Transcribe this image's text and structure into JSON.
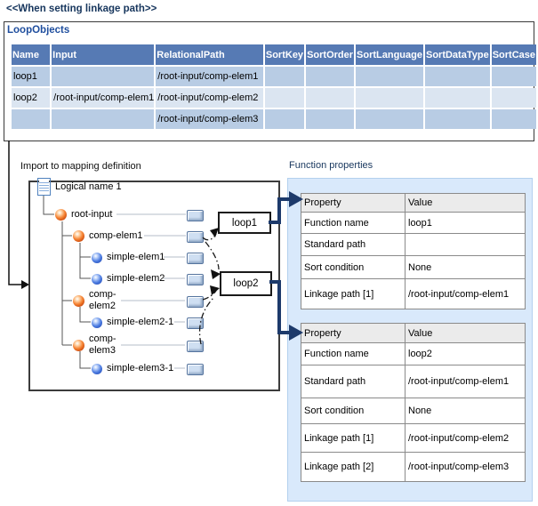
{
  "title": "<<When setting linkage path>>",
  "loop_objects": {
    "label": "LoopObjects",
    "columns": [
      "Name",
      "Input",
      "RelationalPath",
      "SortKey",
      "SortOrder",
      "SortLanguage",
      "SortDataType",
      "SortCase"
    ],
    "rows": [
      [
        "loop1",
        "",
        "/root-input/comp-elem1",
        "",
        "",
        "",
        "",
        ""
      ],
      [
        "loop2",
        "/root-input/comp-elem1",
        "/root-input/comp-elem2",
        "",
        "",
        "",
        "",
        ""
      ],
      [
        "",
        "",
        "/root-input/comp-elem3",
        "",
        "",
        "",
        "",
        ""
      ]
    ]
  },
  "mapping": {
    "label": "Import to mapping definition",
    "tree": [
      {
        "icon": "document-icon",
        "label": "Logical name 1"
      },
      {
        "icon": "complex-element-icon",
        "label": "root-input"
      },
      {
        "icon": "complex-element-icon",
        "label": "comp-elem1"
      },
      {
        "icon": "simple-element-icon",
        "label": "simple-elem1"
      },
      {
        "icon": "simple-element-icon",
        "label": "simple-elem2"
      },
      {
        "icon": "complex-element-icon",
        "label": "comp-\nelem2"
      },
      {
        "icon": "simple-element-icon",
        "label": "simple-elem2-1"
      },
      {
        "icon": "complex-element-icon",
        "label": "comp-\nelem3"
      },
      {
        "icon": "simple-element-icon",
        "label": "simple-elem3-1"
      }
    ],
    "loop_nodes": [
      "loop1",
      "loop2"
    ]
  },
  "function_properties": {
    "label": "Function properties",
    "tables": [
      {
        "columns": [
          "Property",
          "Value"
        ],
        "rows": [
          [
            "Function name",
            "loop1"
          ],
          [
            "Standard path",
            ""
          ],
          [
            "Sort condition",
            "None"
          ],
          [
            "Linkage path [1]",
            "/root-input/comp-elem1"
          ]
        ]
      },
      {
        "columns": [
          "Property",
          "Value"
        ],
        "rows": [
          [
            "Function name",
            "loop2"
          ],
          [
            "Standard path",
            "/root-input/comp-elem1"
          ],
          [
            "Sort condition",
            "None"
          ],
          [
            "Linkage path [1]",
            "/root-input/comp-elem2"
          ],
          [
            "Linkage path [2]",
            "/root-input/comp-elem3"
          ]
        ]
      }
    ]
  },
  "colors": {
    "heading_navy": "#17365d",
    "loop_objects_blue": "#1f4e9e",
    "table_header_blue": "#567ab4",
    "row_blue": "#b8cce4",
    "row_light_blue": "#dbe5f1",
    "panel_blue": "#d9e9fb",
    "connector_navy": "#1d3a6b"
  }
}
